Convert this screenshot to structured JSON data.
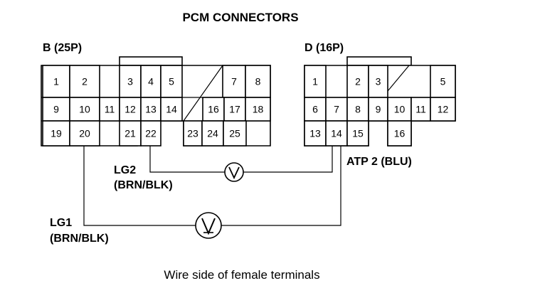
{
  "title": "PCM CONNECTORS",
  "connector_b": {
    "label": "B (25P)",
    "pins": [
      "1",
      "2",
      "3",
      "4",
      "5",
      "7",
      "8",
      "9",
      "10",
      "11",
      "12",
      "13",
      "14",
      "16",
      "17",
      "18",
      "19",
      "20",
      "21",
      "22",
      "23",
      "24",
      "25"
    ]
  },
  "connector_d": {
    "label": "D (16P)",
    "pins": [
      "1",
      "2",
      "3",
      "5",
      "6",
      "7",
      "8",
      "9",
      "10",
      "11",
      "12",
      "13",
      "14",
      "15",
      "16"
    ]
  },
  "wires": {
    "lg2": {
      "name": "LG2",
      "color": "(BRN/BLK)"
    },
    "lg1": {
      "name": "LG1",
      "color": "(BRN/BLK)"
    },
    "atp2": {
      "label": "ATP 2 (BLU)"
    }
  },
  "meter_icon": "voltmeter-icon",
  "caption": "Wire side of female terminals"
}
